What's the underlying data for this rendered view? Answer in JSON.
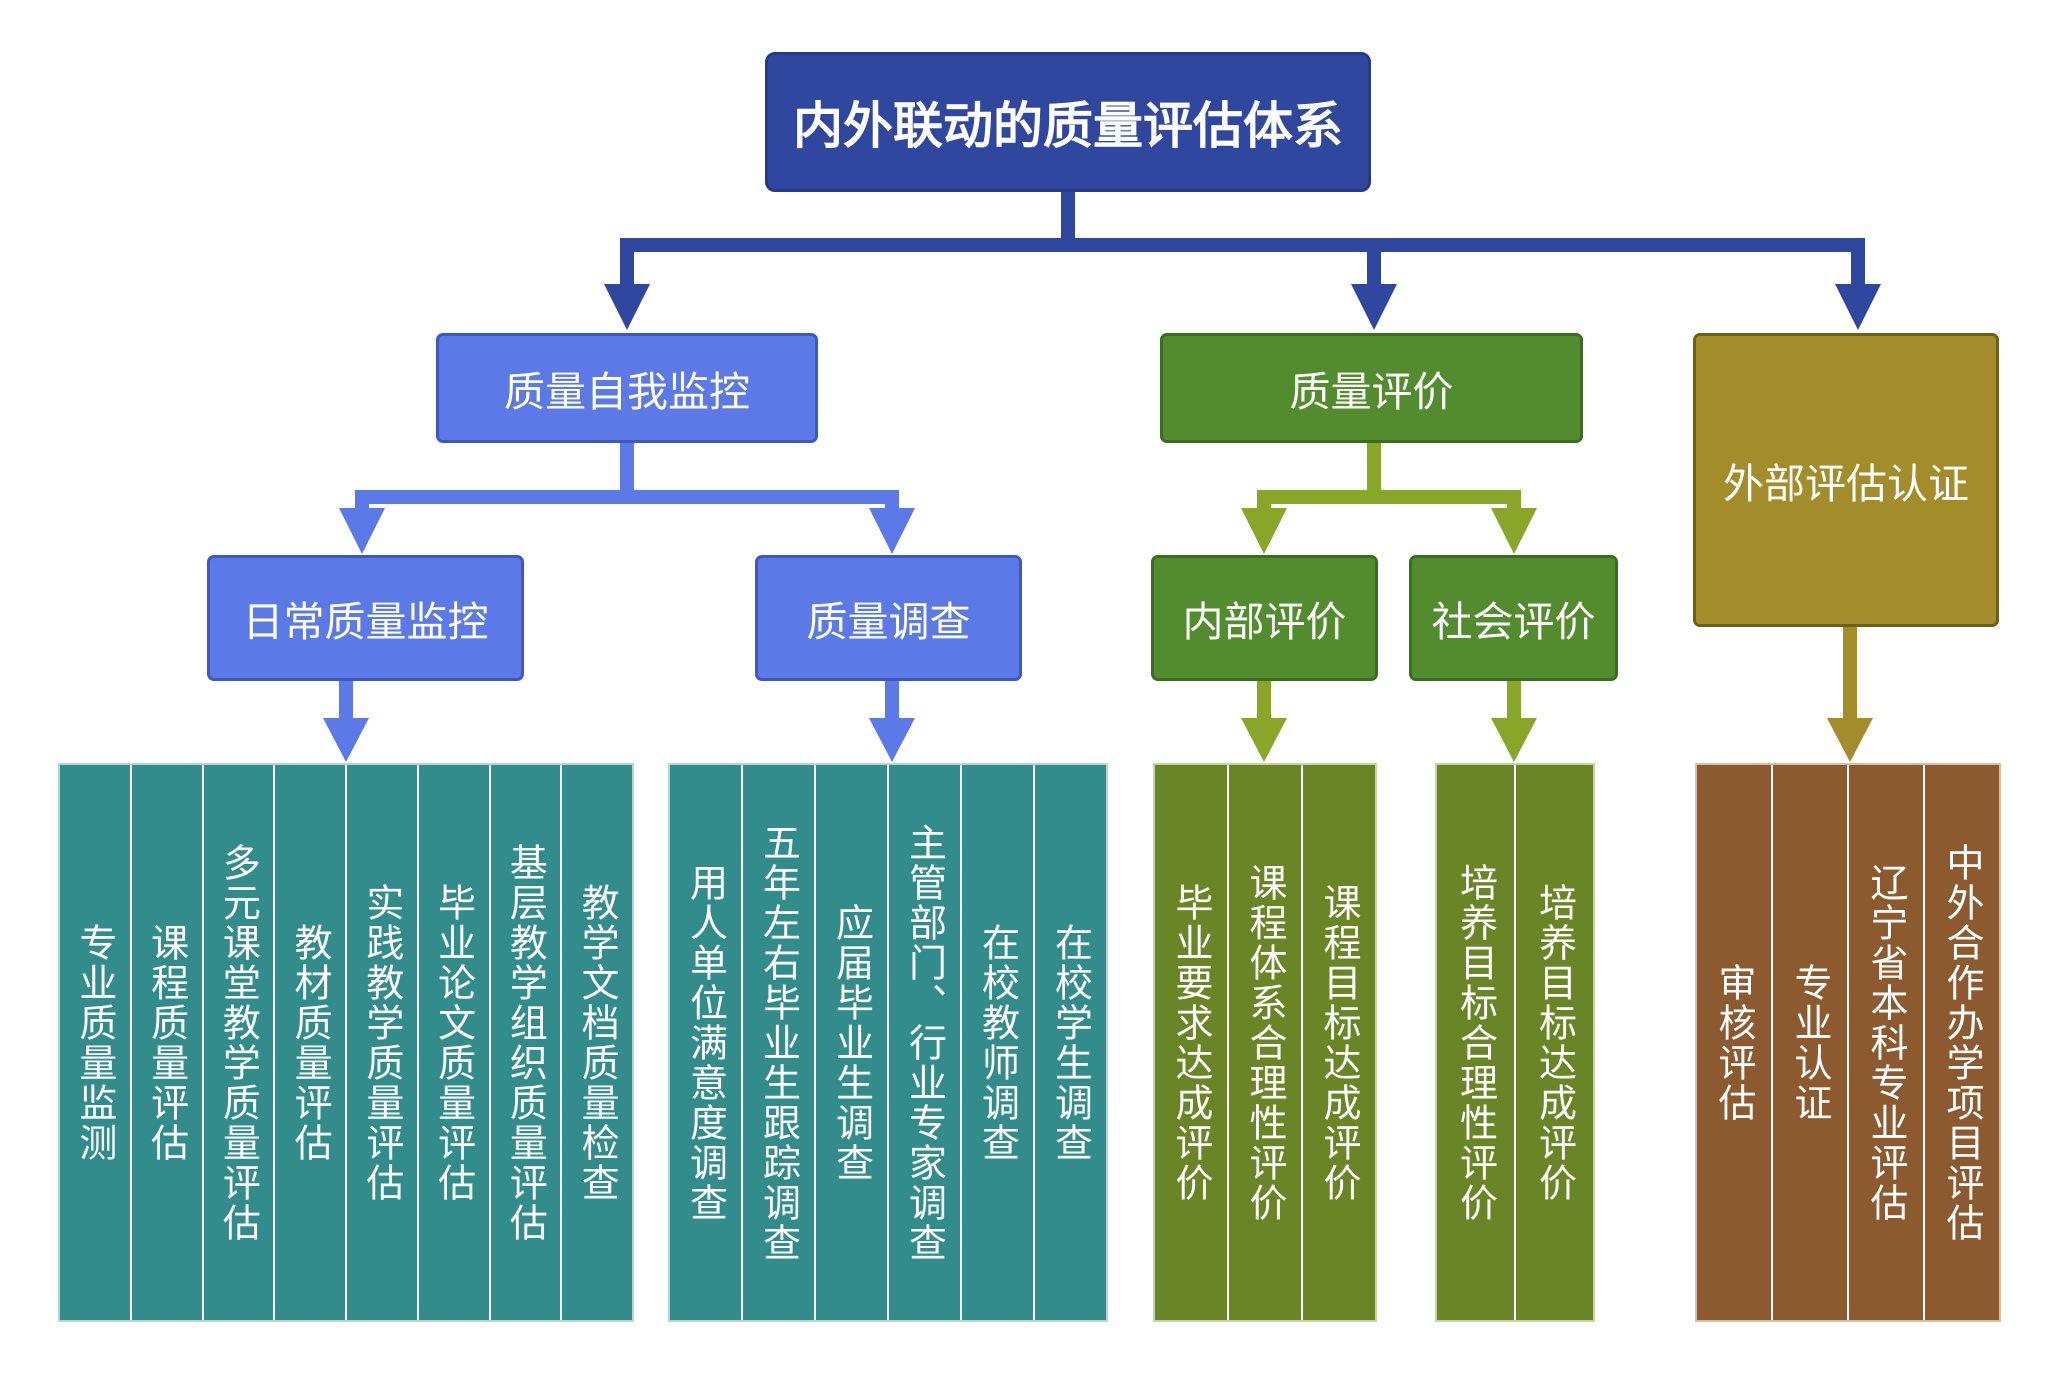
{
  "root": {
    "label": "内外联动的质量评估体系"
  },
  "branches": {
    "self_monitor": {
      "label": "质量自我监控"
    },
    "evaluation": {
      "label": "质量评价"
    },
    "external": {
      "label": "外部评估认证"
    }
  },
  "sub": {
    "daily": {
      "label": "日常质量监控"
    },
    "survey": {
      "label": "质量调查"
    },
    "internal": {
      "label": "内部评价"
    },
    "social": {
      "label": "社会评价"
    }
  },
  "leaves": {
    "daily": [
      "专业质量监测",
      "课程质量评估",
      "多元课堂教学质量评估",
      "教材质量评估",
      "实践教学质量评估",
      "毕业论文质量评估",
      "基层教学组织质量评估",
      "教学文档质量检查"
    ],
    "survey": [
      "用人单位满意度调查",
      "五年左右毕业生跟踪调查",
      "应届毕业生调查",
      "主管部门、行业专家调查",
      "在校教师调查",
      "在校学生调查"
    ],
    "internal": [
      "毕业要求达成评价",
      "课程体系合理性评价",
      "课程目标达成评价"
    ],
    "social": [
      "培养目标合理性评价",
      "培养目标达成评价"
    ],
    "external": [
      "审核评估",
      "专业认证",
      "辽宁省本科专业评估",
      "中外合作办学项目评估"
    ]
  },
  "colors": {
    "root": "#30479f",
    "blue": "#5b7ae7",
    "green": "#538c2f",
    "olive": "#a38c2a",
    "teal": "#328c8c",
    "dark_green": "#6a8525",
    "brown": "#8c5a2e",
    "connector_root": "#30479f",
    "connector_blue": "#5b7ae7",
    "connector_green": "#8aa629",
    "connector_olive": "#a38c2a"
  }
}
